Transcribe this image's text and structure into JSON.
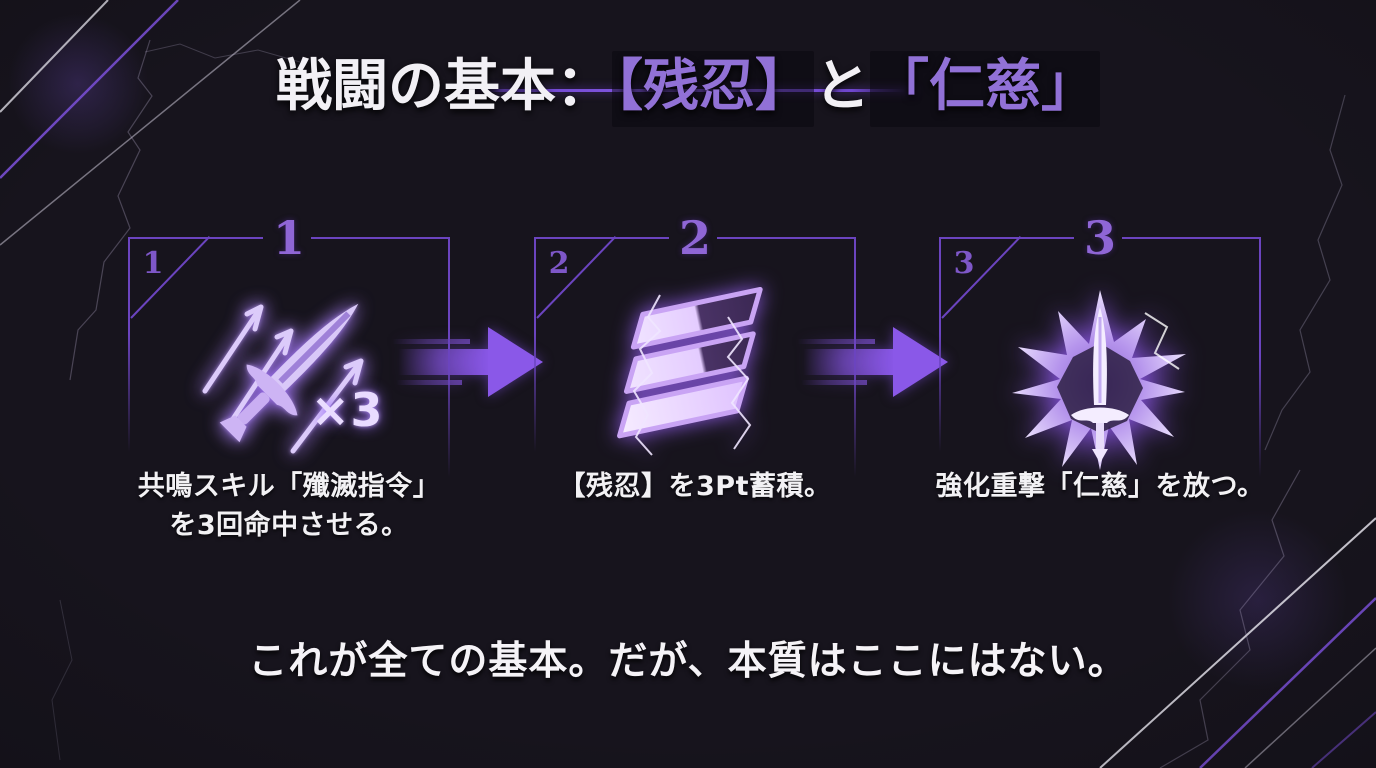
{
  "title": {
    "prefix": "戦闘の基本：",
    "term_brutal": "【残忍】",
    "connector": "と",
    "term_mercy": "「仁慈」"
  },
  "steps": [
    {
      "number": "1",
      "corner_number": "1",
      "icon": "triple-slash-sword-icon",
      "multiplier": "×3",
      "caption_line1": "共鳴スキル「殲滅指令」",
      "caption_line2": "を3回命中させる。"
    },
    {
      "number": "2",
      "corner_number": "2",
      "icon": "brutality-gauge-icon",
      "caption_line1": "【残忍】を3Pt蓄積。",
      "caption_line2": ""
    },
    {
      "number": "3",
      "corner_number": "3",
      "icon": "empowered-strike-burst-icon",
      "caption_line1": "強化重撃「仁慈」を放つ。",
      "caption_line2": ""
    }
  ],
  "footer": {
    "text": "これが全ての基本。だが、本質はここにはない。"
  },
  "colors": {
    "background": "#17141d",
    "accent_purple": "#8a5fe0",
    "frame_purple": "#6b44bf",
    "number_purple": "#8f66d6",
    "title_term_purple": "#9171d6",
    "icon_lavender": "#d6c2f6",
    "text_white": "#f2f0f5"
  }
}
